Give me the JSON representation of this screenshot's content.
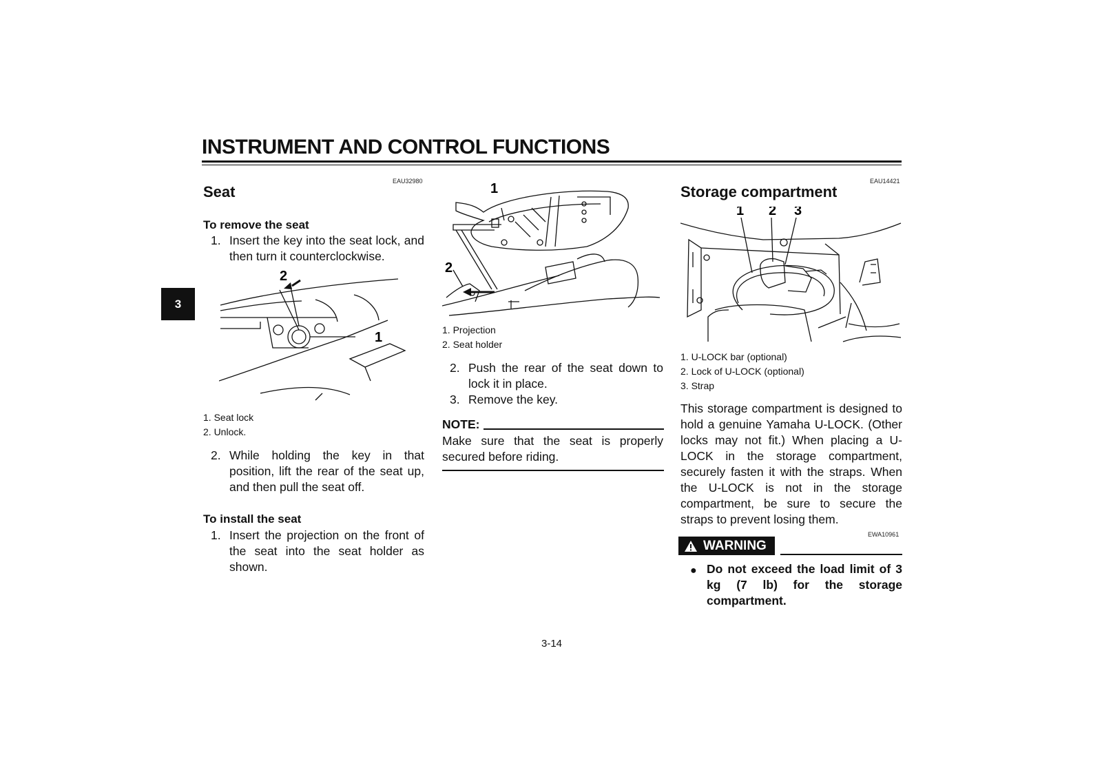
{
  "header": {
    "title": "INSTRUMENT AND CONTROL FUNCTIONS",
    "chapter_tab": "3"
  },
  "seat": {
    "code": "EAU32980",
    "heading": "Seat",
    "remove": {
      "heading": "To remove the seat",
      "step1_num": "1.",
      "step1": "Insert the key into the seat lock, and then turn it counterclockwise.",
      "figure": {
        "label1": "1",
        "label2": "2"
      },
      "captions": [
        "1. Seat lock",
        "2. Unlock."
      ],
      "step2_num": "2.",
      "step2": "While holding the key in that position, lift the rear of the seat up, and then pull the seat off."
    },
    "install": {
      "heading": "To install the seat",
      "step1_num": "1.",
      "step1": "Insert the projection on the front of the seat into the seat holder as shown.",
      "figure": {
        "label1": "1",
        "label2": "2"
      },
      "captions": [
        "1. Projection",
        "2. Seat holder"
      ],
      "step2_num": "2.",
      "step2": "Push the rear of the seat down to lock it in place.",
      "step3_num": "3.",
      "step3": "Remove the key."
    },
    "note": {
      "label": "NOTE:",
      "text": "Make sure that the seat is properly secured before riding."
    }
  },
  "storage": {
    "code": "EAU14421",
    "heading": "Storage compartment",
    "figure": {
      "label1": "1",
      "label2": "2",
      "label3": "3"
    },
    "captions": [
      "1. U-LOCK bar (optional)",
      "2. Lock of U-LOCK (optional)",
      "3. Strap"
    ],
    "body": "This storage compartment is designed to hold a genuine Yamaha U-LOCK. (Other locks may not fit.) When placing a U-LOCK in the storage compartment, securely fasten it with the straps. When the U-LOCK is not in the storage compartment, be sure to secure the straps to prevent losing them.",
    "warning": {
      "code": "EWA10961",
      "label": "WARNING",
      "bullet": "Do not exceed the load limit of 3 kg (7 lb) for the storage compartment."
    }
  },
  "footer": {
    "page_number": "3-14"
  }
}
